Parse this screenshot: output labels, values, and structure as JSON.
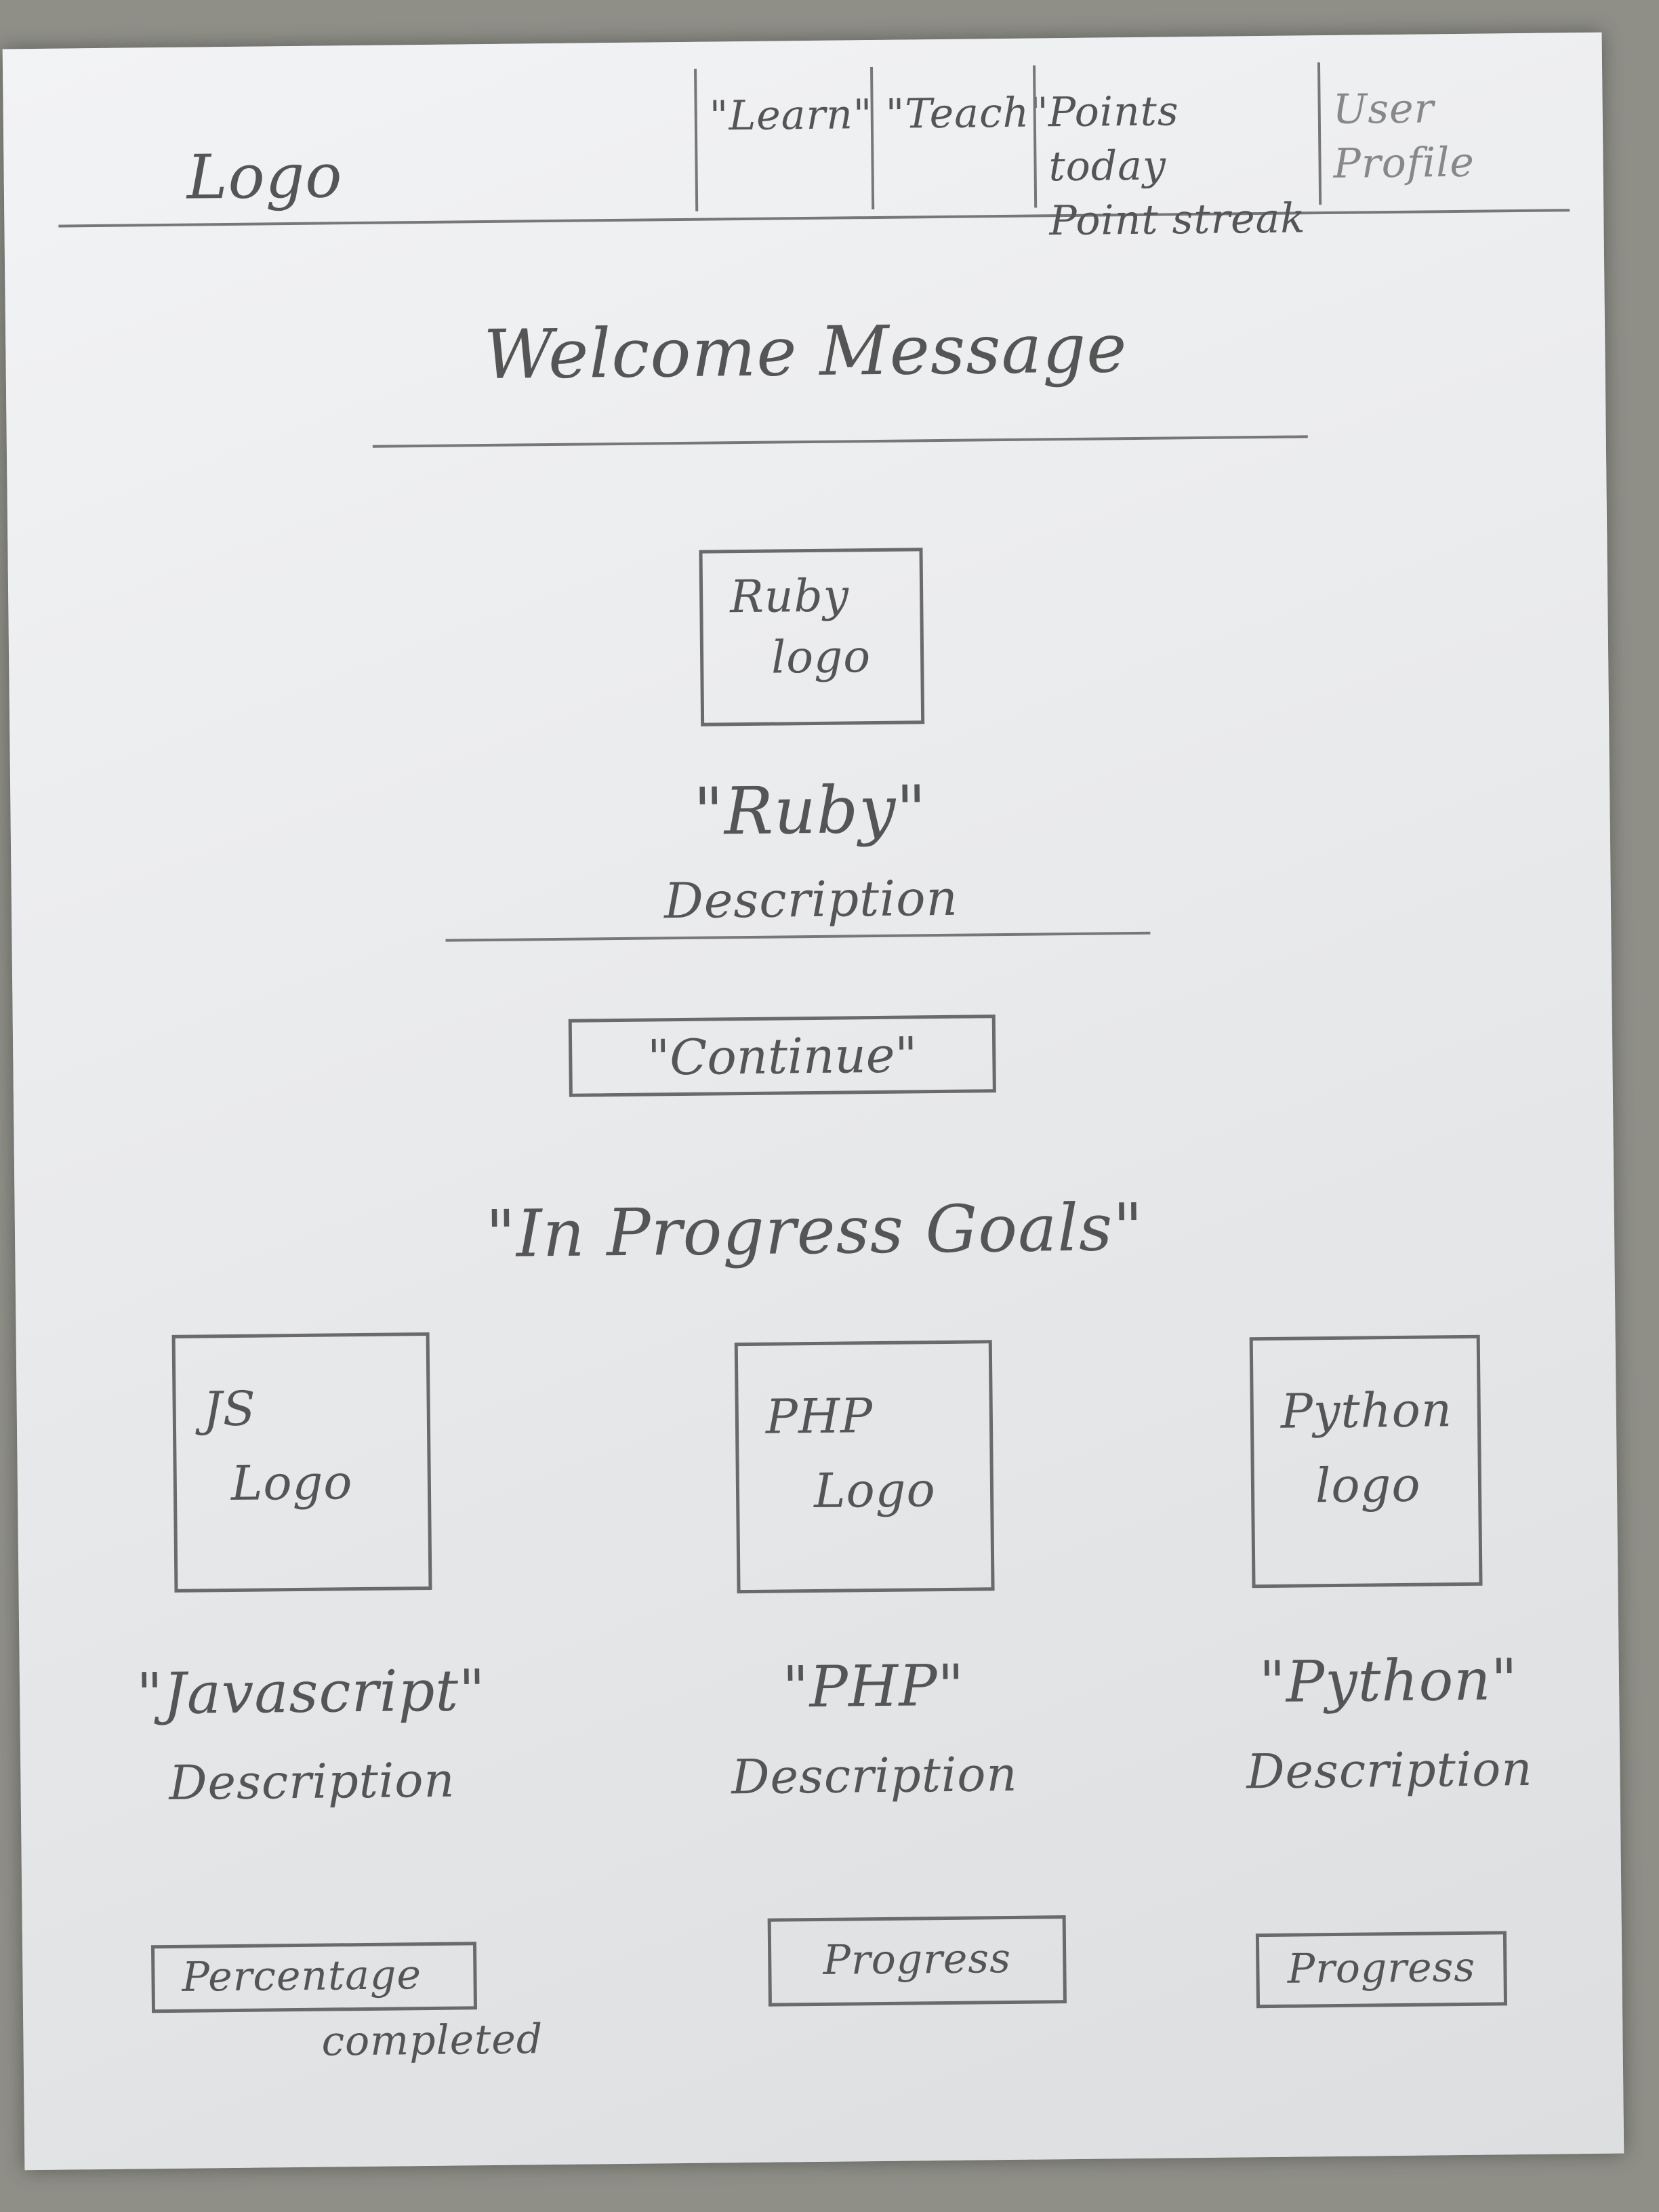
{
  "header": {
    "logo": "Logo",
    "nav": {
      "learn": "\"Learn\"",
      "teach": "\"Teach\"",
      "points_line1": "Points today",
      "points_line2": "Point streak",
      "profile": "User Profile"
    }
  },
  "main": {
    "welcome": "Welcome Message",
    "featured": {
      "logo_line1": "Ruby",
      "logo_line2": "logo",
      "name": "\"Ruby\"",
      "description": "Description",
      "continue_label": "\"Continue\""
    },
    "goals_title": "\"In Progress Goals\"",
    "goals": [
      {
        "logo_line1": "JS",
        "logo_line2": "Logo",
        "name": "\"Javascript\"",
        "description": "Description",
        "progress_label": "Percentage",
        "progress_note": "completed"
      },
      {
        "logo_line1": "PHP",
        "logo_line2": "Logo",
        "name": "\"PHP\"",
        "description": "Description",
        "progress_label": "Progress"
      },
      {
        "logo_line1": "Python",
        "logo_line2": "logo",
        "name": "\"Python\"",
        "description": "Description",
        "progress_label": "Progress"
      }
    ]
  }
}
